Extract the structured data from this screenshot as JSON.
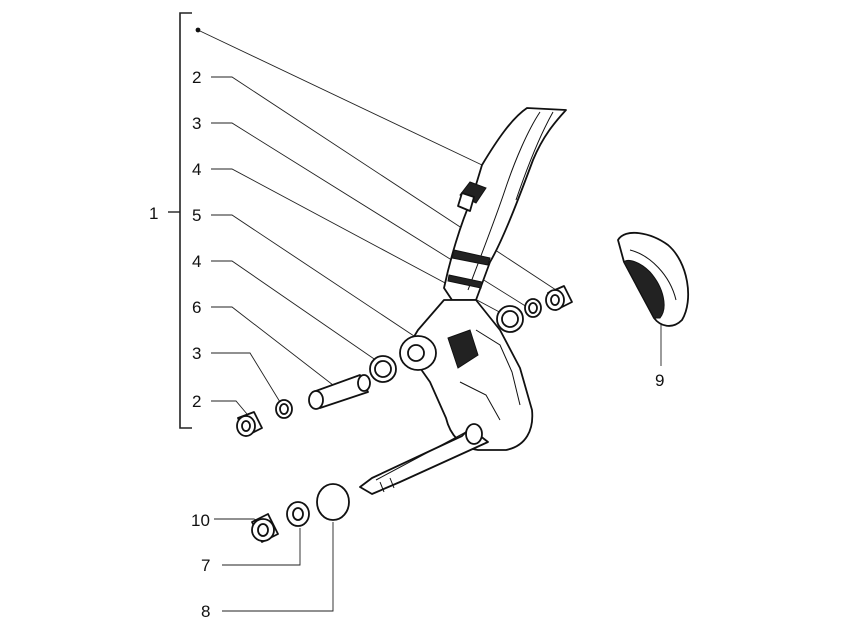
{
  "labels": {
    "l1": "1",
    "l2a": "2",
    "l3a": "3",
    "l4a": "4",
    "l5": "5",
    "l4b": "4",
    "l6": "6",
    "l3b": "3",
    "l2b": "2",
    "l9": "9",
    "l10": "10",
    "l7": "7",
    "l8": "8"
  }
}
